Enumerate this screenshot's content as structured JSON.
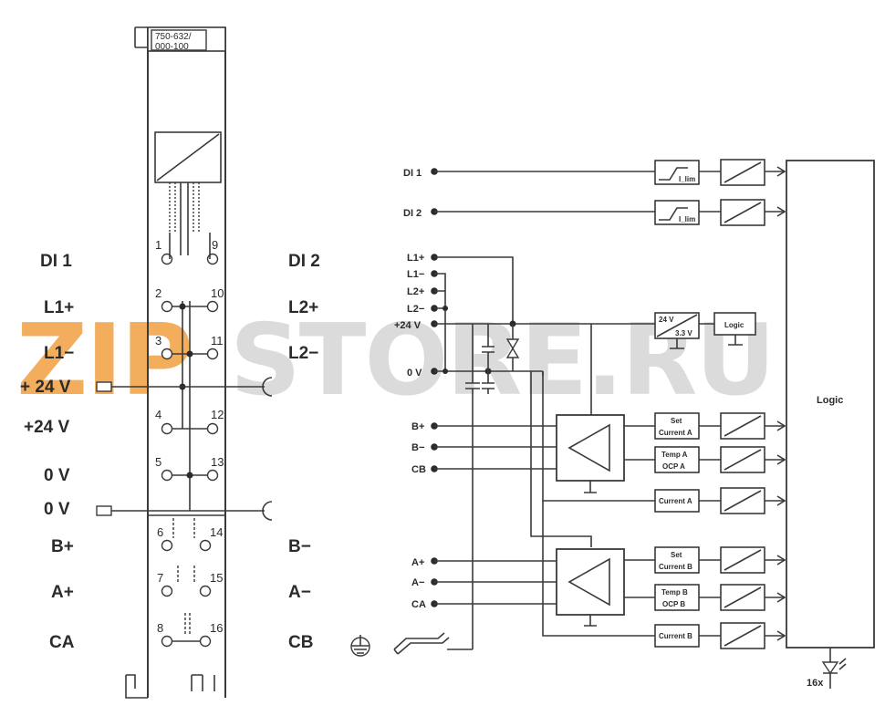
{
  "module": {
    "part_line1": "750-632/",
    "part_line2": "000-100"
  },
  "watermark": {
    "prefix": "ZIP",
    "rest": "STORE.RU"
  },
  "terminals": {
    "left": [
      "DI 1",
      "L1+",
      "L1−",
      "+ 24 V",
      "+24 V",
      "0 V",
      "0 V",
      "B+",
      "A+",
      "CA"
    ],
    "right": [
      "DI 2",
      "L2+",
      "L2−",
      "B−",
      "A−",
      "CB"
    ],
    "numbers": [
      "1",
      "9",
      "2",
      "10",
      "3",
      "11",
      "4",
      "12",
      "5",
      "13",
      "6",
      "14",
      "7",
      "15",
      "8",
      "16"
    ]
  },
  "schematic": {
    "inputs": [
      "DI 1",
      "DI 2",
      "L1+",
      "L1−",
      "L2+",
      "L2−",
      "+24 V",
      "0 V",
      "B+",
      "B−",
      "CB",
      "A+",
      "A−",
      "CA"
    ],
    "boxes": {
      "ilim": "I_lim",
      "v24": "24 V",
      "v33": "3.3 V",
      "logic_small": "Logic",
      "set_current_a_1": "Set",
      "set_current_a_2": "Current A",
      "temp_a_1": "Temp A",
      "temp_a_2": "OCP A",
      "current_a": "Current A",
      "set_current_b_1": "Set",
      "set_current_b_2": "Current B",
      "temp_b_1": "Temp B",
      "temp_b_2": "OCP B",
      "current_b": "Current B"
    },
    "logic_label": "Logic",
    "led_label": "16x"
  }
}
